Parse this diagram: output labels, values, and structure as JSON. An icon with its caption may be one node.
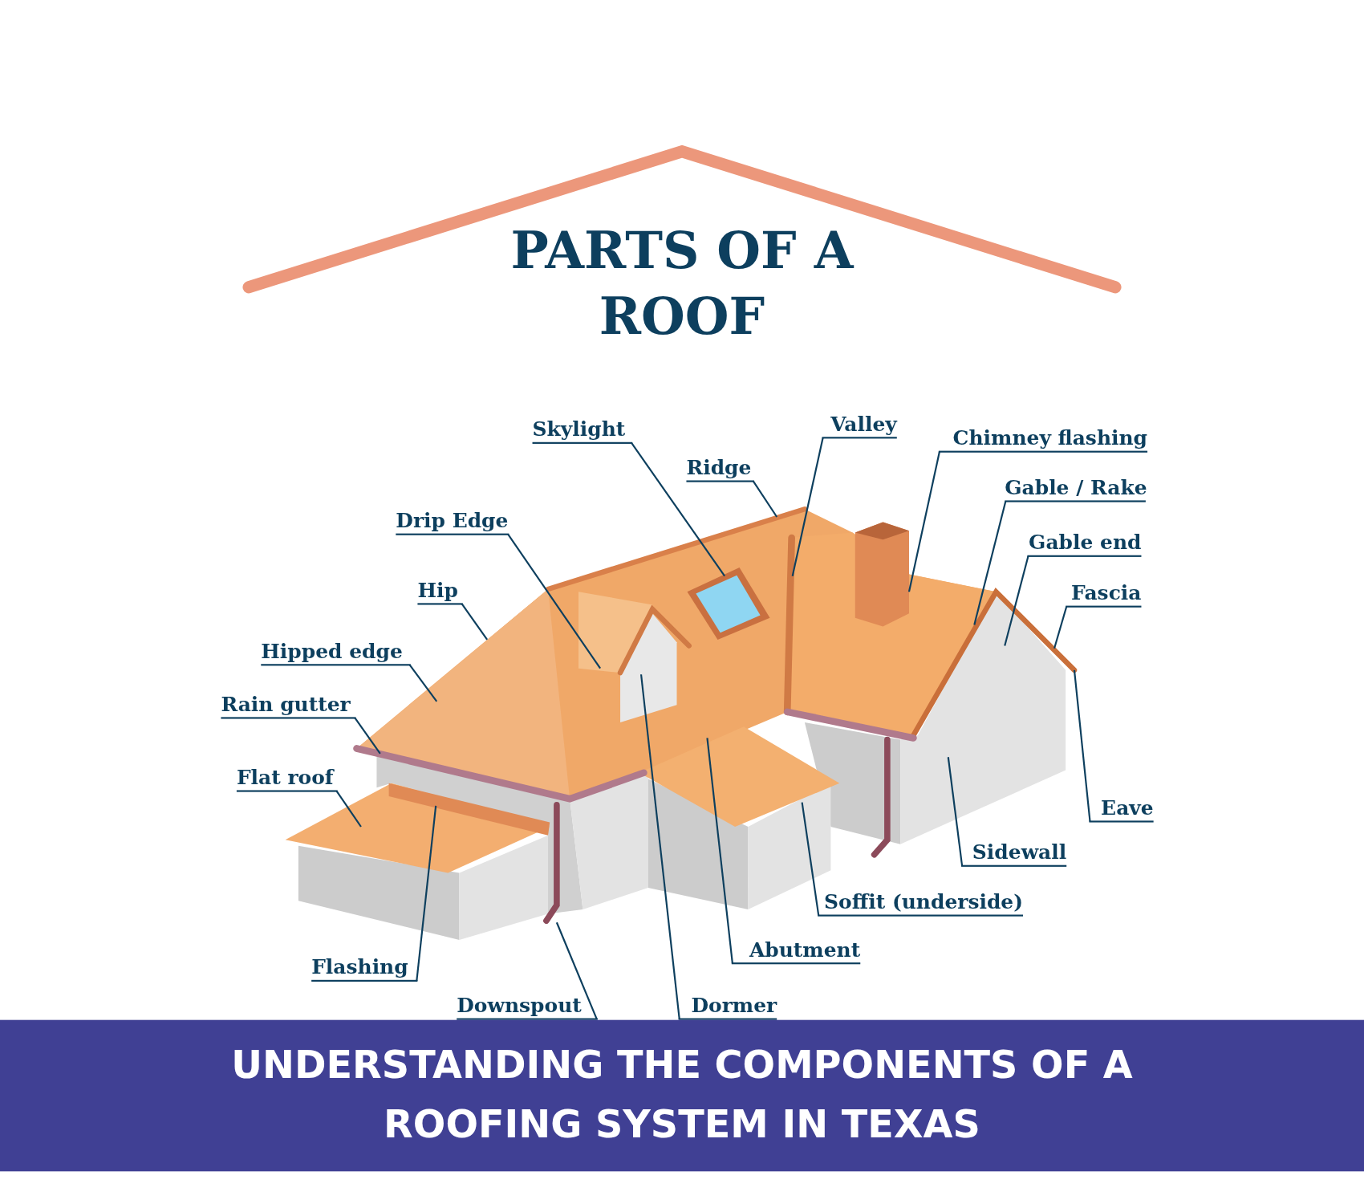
{
  "diagram": {
    "title": "PARTS OF A ROOF",
    "caption": "UNDERSTANDING THE COMPONENTS OF A ROOFING SYSTEM IN TEXAS",
    "nodes": [
      {
        "text": [
          "Skylight"
        ]
      },
      {
        "text": [
          "Valley"
        ]
      },
      {
        "text": [
          "Chimney flashing"
        ]
      },
      {
        "text": [
          "Ridge"
        ]
      },
      {
        "text": [
          "Gable / Rake"
        ]
      },
      {
        "text": [
          "Drip Edge"
        ]
      },
      {
        "text": [
          "Gable end"
        ]
      },
      {
        "text": [
          "Hip"
        ]
      },
      {
        "text": [
          "Fascia"
        ]
      },
      {
        "text": [
          "Hipped edge"
        ]
      },
      {
        "text": [
          "Rain gutter"
        ]
      },
      {
        "text": [
          "Flat roof"
        ]
      },
      {
        "text": [
          "Eave"
        ]
      },
      {
        "text": [
          "Sidewall"
        ]
      },
      {
        "text": [
          "Soffit (underside)"
        ]
      },
      {
        "text": [
          "Abutment"
        ]
      },
      {
        "text": [
          "Flashing"
        ]
      },
      {
        "text": [
          "Dormer"
        ]
      },
      {
        "text": [
          "Downspout"
        ]
      }
    ],
    "edges": [
      {
        "from": 0,
        "to": null,
        "arrow": "none"
      },
      {
        "from": 1,
        "to": null,
        "arrow": "none"
      },
      {
        "from": 2,
        "to": null,
        "arrow": "none"
      },
      {
        "from": 3,
        "to": null,
        "arrow": "none"
      },
      {
        "from": 4,
        "to": null,
        "arrow": "none"
      },
      {
        "from": 5,
        "to": null,
        "arrow": "none"
      },
      {
        "from": 6,
        "to": null,
        "arrow": "none"
      },
      {
        "from": 7,
        "to": null,
        "arrow": "none"
      },
      {
        "from": 8,
        "to": null,
        "arrow": "none"
      },
      {
        "from": 9,
        "to": null,
        "arrow": "none"
      },
      {
        "from": 10,
        "to": null,
        "arrow": "none"
      },
      {
        "from": 11,
        "to": null,
        "arrow": "none"
      },
      {
        "from": 12,
        "to": null,
        "arrow": "none"
      },
      {
        "from": 13,
        "to": null,
        "arrow": "none"
      },
      {
        "from": 14,
        "to": null,
        "arrow": "none"
      },
      {
        "from": 15,
        "to": null,
        "arrow": "none"
      },
      {
        "from": 16,
        "to": null,
        "arrow": "none"
      },
      {
        "from": 17,
        "to": null,
        "arrow": "none"
      },
      {
        "from": 18,
        "to": null,
        "arrow": "none"
      }
    ]
  }
}
